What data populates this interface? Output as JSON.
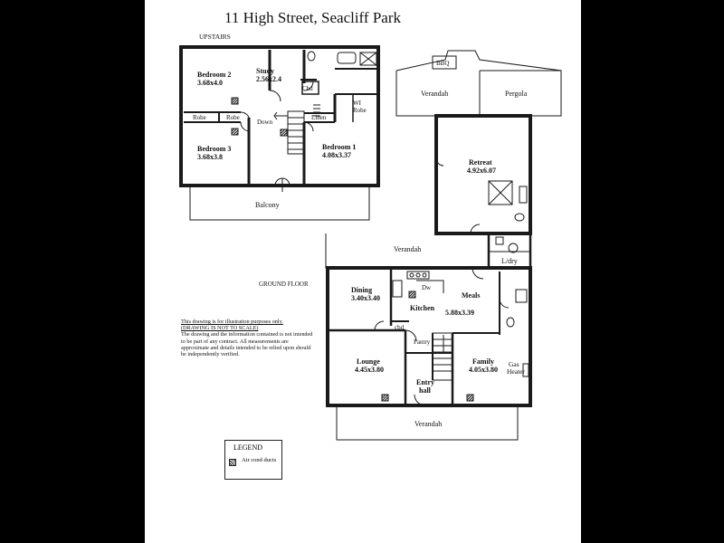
{
  "title": "11 High Street,  Seacliff Park",
  "upstairs": {
    "heading": "UPSTAIRS",
    "bedroom2": {
      "name": "Bedroom 2",
      "size": "3.68x4.0"
    },
    "study": {
      "name": "Study",
      "size": "2.56x2.4"
    },
    "bedroom3": {
      "name": "Bedroom 3",
      "size": "3.68x3.8"
    },
    "bedroom1": {
      "name": "Bedroom 1",
      "size": "4.08x3.37"
    },
    "cbd": "Cbd",
    "wi_robe_1": "WI",
    "wi_robe_2": "Robe",
    "robe_left": "Robe",
    "robe_right": "Robe",
    "down": "Down",
    "linen": "Linen",
    "balcony": "Balcony"
  },
  "outdoor": {
    "bbq": "BBQ",
    "verandah_top": "Verandah",
    "pergola": "Pergola",
    "retreat": {
      "name": "Retreat",
      "size": "4.92x6.07"
    },
    "verandah_mid": "Verandah",
    "ldry": "L/dry"
  },
  "ground": {
    "heading": "GROUND FLOOR",
    "dining": {
      "name": "Dining",
      "size": "3.40x3.40"
    },
    "dw": "Dw",
    "kitchen": "Kitchen",
    "meals": {
      "name": "Meals",
      "size": "5.88x3.39"
    },
    "cbd": "cbd",
    "pantry": "Pantry",
    "lounge": {
      "name": "Lounge",
      "size": "4.45x3.80"
    },
    "family": {
      "name": "Family",
      "size": "4.05x3.80"
    },
    "gas": "Gas",
    "heater": "Heater",
    "entry1": "Entry",
    "entry2": "hall",
    "verandah_bottom": "Verandah"
  },
  "disclaimer": {
    "line1": "This drawing is for illustration purposes only.",
    "line2": "(DRAWING IS NOT TO SCALE)",
    "body": "The drawing and the information contained is not intended to be part of any contract.  All measurements are approximate and details intended to be relied upon should be independently verified."
  },
  "legend": {
    "title": "LEGEND",
    "item": "Air cond ducts"
  }
}
